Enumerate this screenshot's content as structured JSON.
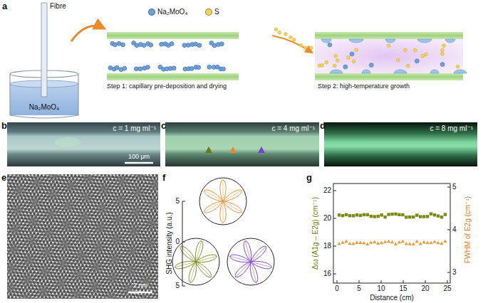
{
  "diagram": {
    "labels": [
      "a",
      "Fibre",
      "Na₂MoO₄",
      "Step 1: capillary pre-deposition and drying",
      "Step 2: high-temperature growth",
      "b",
      "c = 1 mg ml⁻¹",
      "100 μm",
      "c",
      "c = 4 mg ml⁻¹",
      "d",
      "c = 8 mg ml⁻¹",
      "e",
      "2 nm",
      "f",
      "SHG intensity (a.u.)",
      "5",
      "0",
      "5",
      "g",
      "22",
      "20",
      "18",
      "16",
      "5",
      "4",
      "3",
      "0",
      "5",
      "10",
      "15",
      "20",
      "25",
      "Distance (cm)",
      "Δω (A1g – E2g) (cm⁻¹)",
      "FWHM of E2g (cm⁻¹)"
    ],
    "legend": [
      {
        "text": "Na₂MoO₄",
        "color": "#6f9fd8"
      },
      {
        "text": "S",
        "color": "#f2d25c"
      }
    ]
  }
}
